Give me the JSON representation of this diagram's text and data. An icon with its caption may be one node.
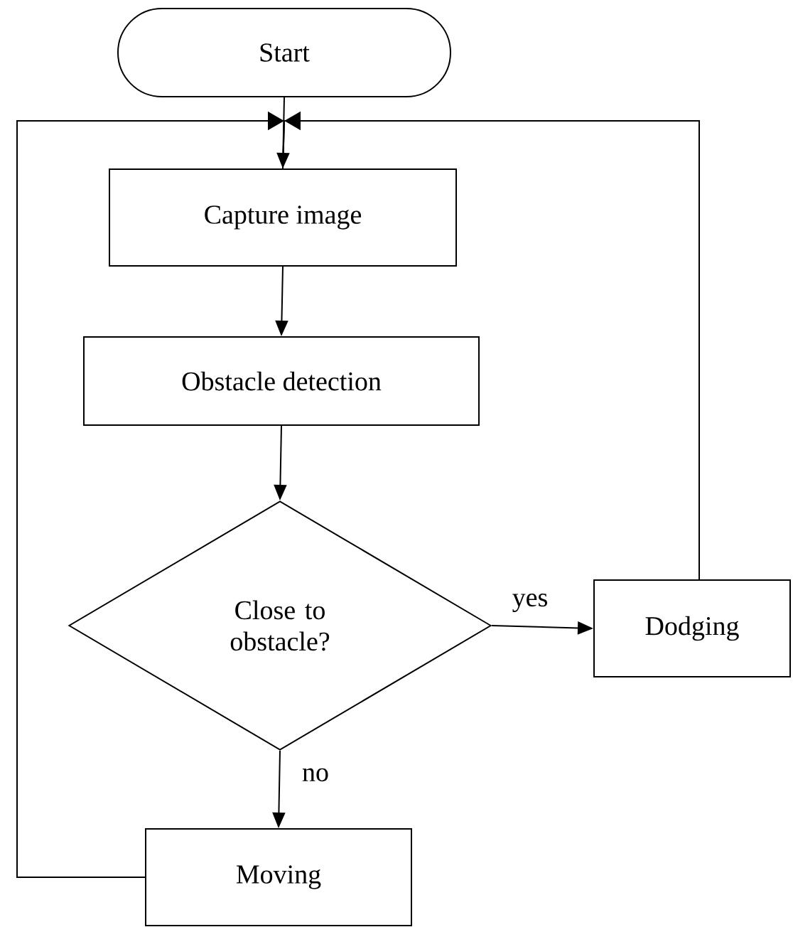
{
  "diagram": {
    "nodes": [
      {
        "text": [
          "Start"
        ]
      },
      {
        "text": [
          "Capture image"
        ]
      },
      {
        "text": [
          "Obstacle detection"
        ]
      },
      {
        "text": [
          "Close to obstacle?"
        ]
      },
      {
        "text": [
          "Dodging"
        ]
      },
      {
        "text": [
          "Moving"
        ]
      }
    ],
    "edges": [
      {
        "from": 0,
        "to": 1,
        "arrow": "to"
      },
      {
        "from": 1,
        "to": 2,
        "arrow": "to"
      },
      {
        "from": 2,
        "to": 3,
        "arrow": "to"
      },
      {
        "from": 3,
        "to": 4,
        "arrow": "to",
        "label": "yes"
      },
      {
        "from": 3,
        "to": 5,
        "arrow": "to",
        "label": "no"
      },
      {
        "from": 5,
        "to": 1,
        "arrow": "to"
      },
      {
        "from": 4,
        "to": 1,
        "arrow": "to"
      }
    ]
  }
}
